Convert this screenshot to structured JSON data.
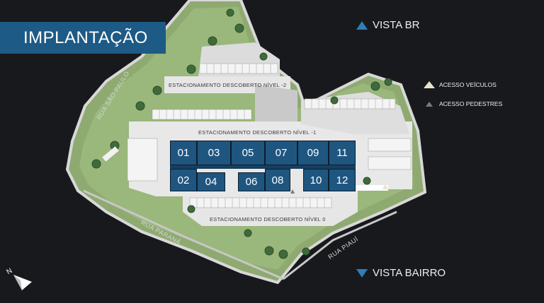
{
  "title": "IMPLANTAÇÃO",
  "views": {
    "top": "VISTA BR",
    "bottom": "VISTA BAIRRO"
  },
  "legend": {
    "vehicles": "ACESSO VEÍCULOS",
    "pedestrians": "ACESSO PEDESTRES"
  },
  "parking": {
    "level_minus2": "ESTACIONAMENTO DESCOBERTO NÍVEL -2",
    "level_minus1": "ESTACIONAMENTO DESCOBERTO NÍVEL -1",
    "level_0": "ESTACIONAMENTO DESCOBERTO NÍVEL 0"
  },
  "streets": {
    "sao_paulo": "RUA SÃO PAULO",
    "parana": "RUA PARANÁ",
    "piaui": "RUA PIAUÍ"
  },
  "units_top": [
    "01",
    "03",
    "05",
    "07",
    "09",
    "11"
  ],
  "units_bottom": [
    "02",
    "04",
    "06",
    "08",
    "10",
    "12"
  ],
  "compass": "N",
  "colors": {
    "background": "#18191c",
    "grass": "#8faa71",
    "pavement": "#e6e6e6",
    "unit": "#1f5680",
    "accent": "#2d7fb8"
  }
}
